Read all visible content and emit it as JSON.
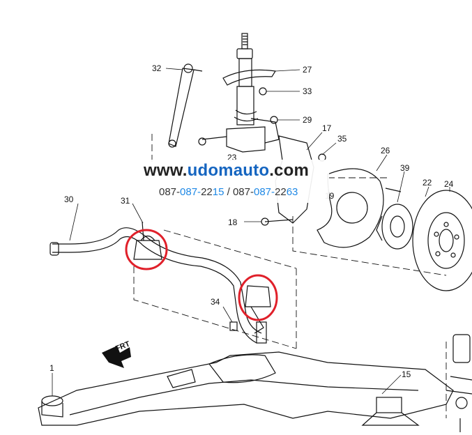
{
  "watermark": {
    "site_prefix": "www.",
    "site_brand": "udomauto",
    "site_suffix": ".com",
    "phone1": {
      "a": "087-",
      "b": "087-",
      "c": "22",
      "d": "15"
    },
    "separator": " / ",
    "phone2": {
      "a": "087-",
      "b": "087-",
      "c": "22",
      "d": "63"
    }
  },
  "callouts": {
    "c1": "1",
    "c15": "15",
    "c17": "17",
    "c18": "18",
    "c19": "19",
    "c22": "22",
    "c23": "23",
    "c24": "24",
    "c26": "26",
    "c27": "27",
    "c29": "29",
    "c30": "30",
    "c31": "31",
    "c32": "32",
    "c33": "33",
    "c34": "34",
    "c35": "35",
    "c39": "39"
  },
  "frt_label": "FRT",
  "colors": {
    "line": "#111111",
    "highlight": "#e0202a",
    "brand": "#1565c0",
    "phone_accent": "#1e88e5"
  }
}
